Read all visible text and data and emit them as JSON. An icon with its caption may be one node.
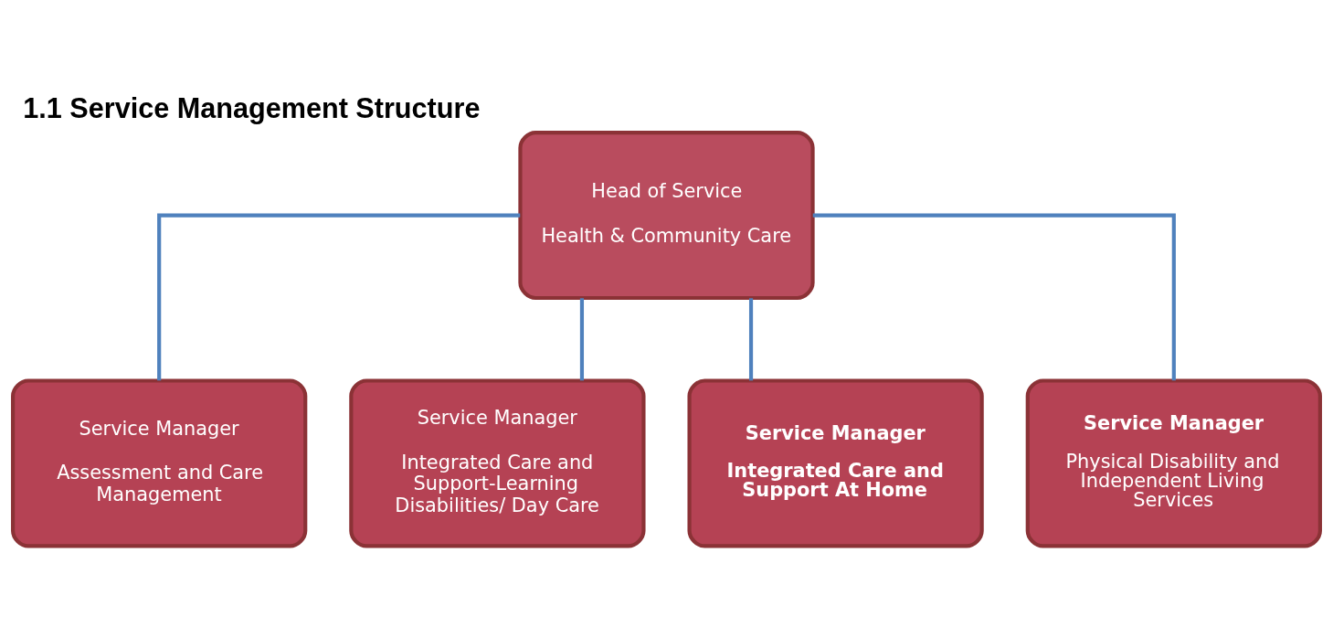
{
  "diagram": {
    "title": "1.1 Service Management Structure",
    "nodes": [
      {
        "text": [
          "Head of Service",
          "Health & Community Care"
        ]
      },
      {
        "text": [
          "Service Manager",
          "Assessment and Care Management"
        ]
      },
      {
        "text": [
          "Service Manager",
          "Integrated Care and Support-Learning Disabilities/ Day Care"
        ]
      },
      {
        "text": [
          "Service Manager",
          "Integrated Care and Support At Home"
        ]
      },
      {
        "text": [
          "Service Manager",
          "Physical Disability and Independent Living Services"
        ]
      }
    ],
    "edges": [
      {
        "from": 0,
        "to": 1,
        "arrow": "none"
      },
      {
        "from": 0,
        "to": 2,
        "arrow": "none"
      },
      {
        "from": 0,
        "to": 3,
        "arrow": "none"
      },
      {
        "from": 0,
        "to": 4,
        "arrow": "none"
      }
    ]
  }
}
